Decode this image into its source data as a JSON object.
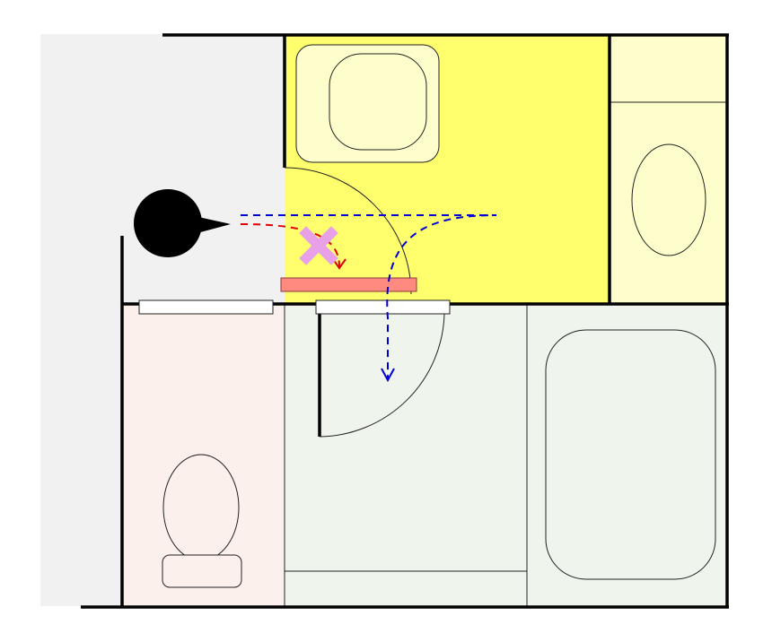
{
  "colors": {
    "corridor": "#f1f1f1",
    "kitchen": "#ffff6e",
    "side_cabinet": "#fefecc",
    "toilet_room": "#fbf0ec",
    "bathroom": "#eff4ec",
    "fixture": "#fefecc",
    "bath_fixture": "#eff4ec",
    "wall": "#000000",
    "thin_line": "#222222",
    "blocking_bar": "#ff8a80",
    "blocked_marker": "#e8a0e8",
    "open_path": "#0000d6",
    "blocked_path": "#e00000",
    "door_slab": "#ffffff",
    "person": "#000000"
  },
  "rooms": [
    {
      "id": "corridor",
      "kind": "hallway"
    },
    {
      "id": "kitchen",
      "kind": "kitchen"
    },
    {
      "id": "side-cabinet",
      "kind": "storage"
    },
    {
      "id": "toilet-room",
      "kind": "toilet"
    },
    {
      "id": "bathroom",
      "kind": "bathroom"
    }
  ],
  "fixtures": {
    "sink": "square-sink",
    "wash_basin": "oval-basin",
    "toilet": "toilet-bowl-with-tank",
    "bathtub": "rounded-bathtub"
  },
  "paths": {
    "open_route": "dashed-blue-arrow",
    "blocked_route": "dashed-red-arrow",
    "blocked_marker": "x-mark"
  },
  "icons": {
    "person": "person-viewpoint-icon"
  }
}
